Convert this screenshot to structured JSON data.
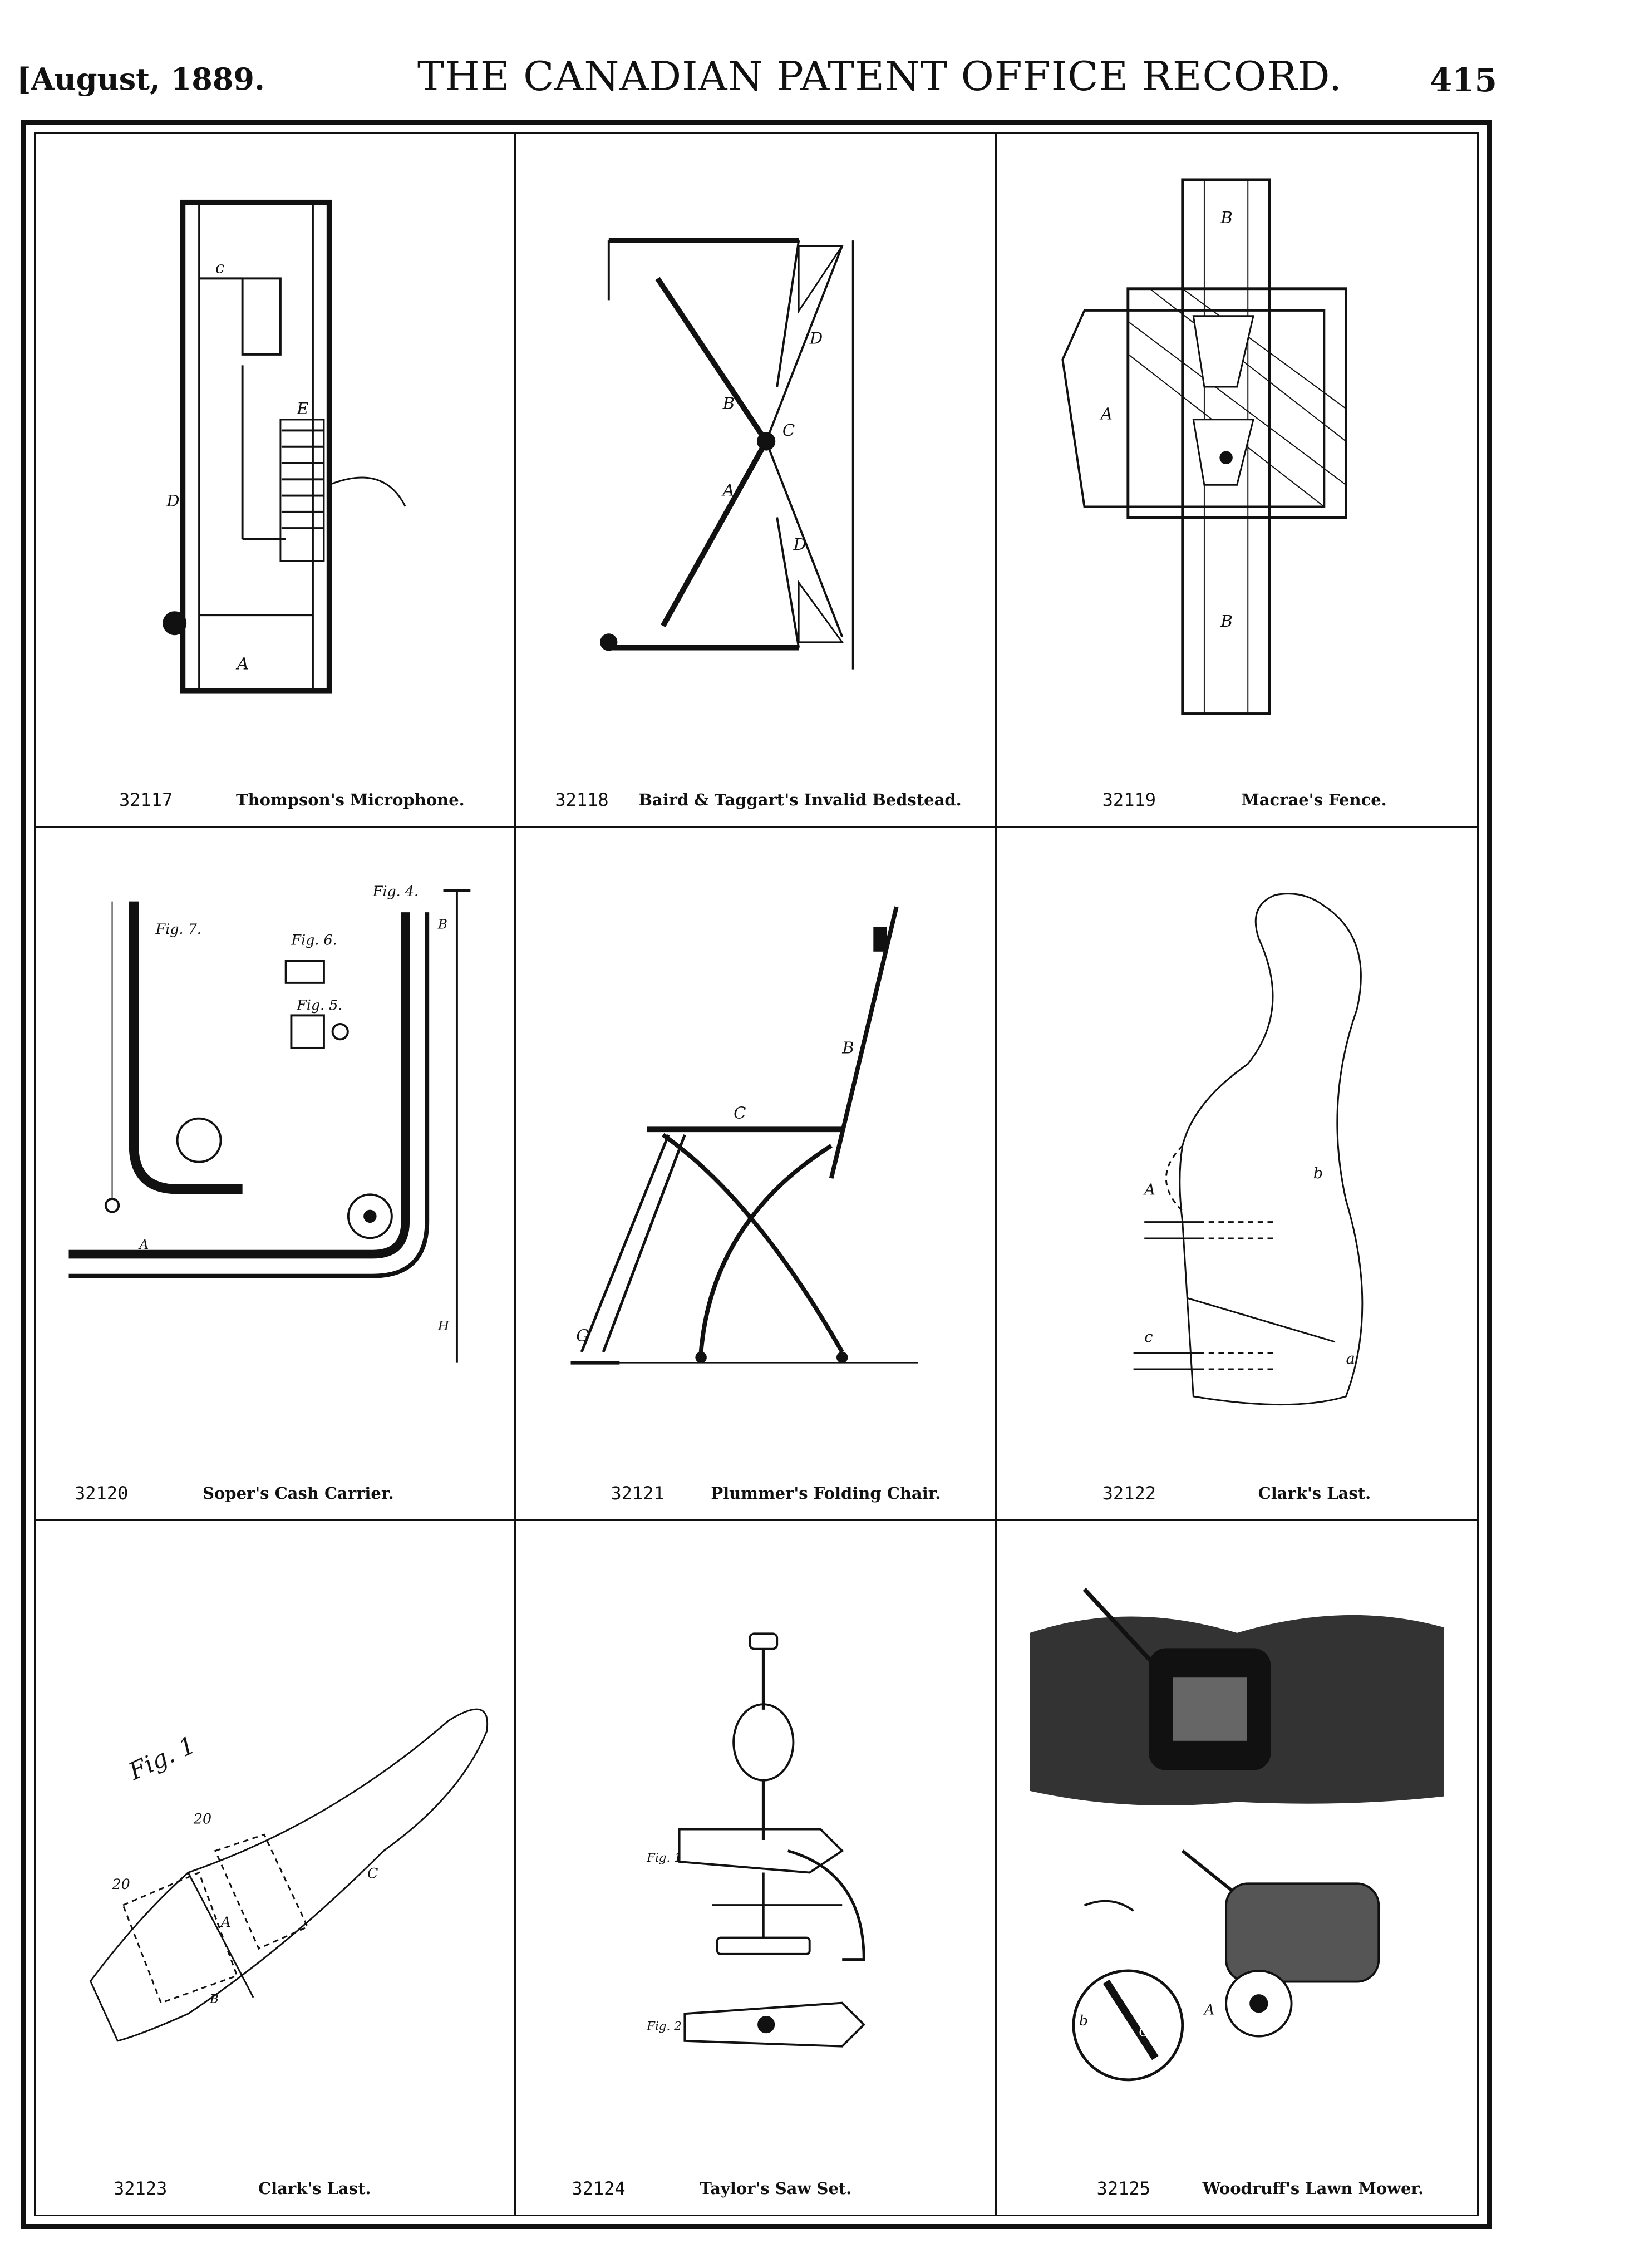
{
  "header": {
    "left": "[August, 1889.",
    "center": "THE CANADIAN PATENT OFFICE RECORD.",
    "right": "415"
  },
  "patents": [
    {
      "number": "32117",
      "title": "Thompson's Microphone."
    },
    {
      "number": "32118",
      "title": "Baird & Taggart's Invalid Bedstead."
    },
    {
      "number": "32119",
      "title": "Macrae's Fence."
    },
    {
      "number": "32120",
      "title": "Soper's Cash Carrier."
    },
    {
      "number": "32121",
      "title": "Plummer's Folding Chair."
    },
    {
      "number": "32122",
      "title": "Clark's Last."
    },
    {
      "number": "32123",
      "title": "Clark's Last."
    },
    {
      "number": "32124",
      "title": "Taylor's Saw Set."
    },
    {
      "number": "32125",
      "title": "Woodruff's Lawn Mower."
    }
  ],
  "figure_labels": {
    "cash_carrier": [
      "Fig. 4.",
      "Fig. 6.",
      "Fig. 7.",
      "Fig. 5."
    ],
    "last_fig1": "Fig. 1",
    "saw_set": [
      "Fig. 1",
      "Fig. 2"
    ]
  }
}
